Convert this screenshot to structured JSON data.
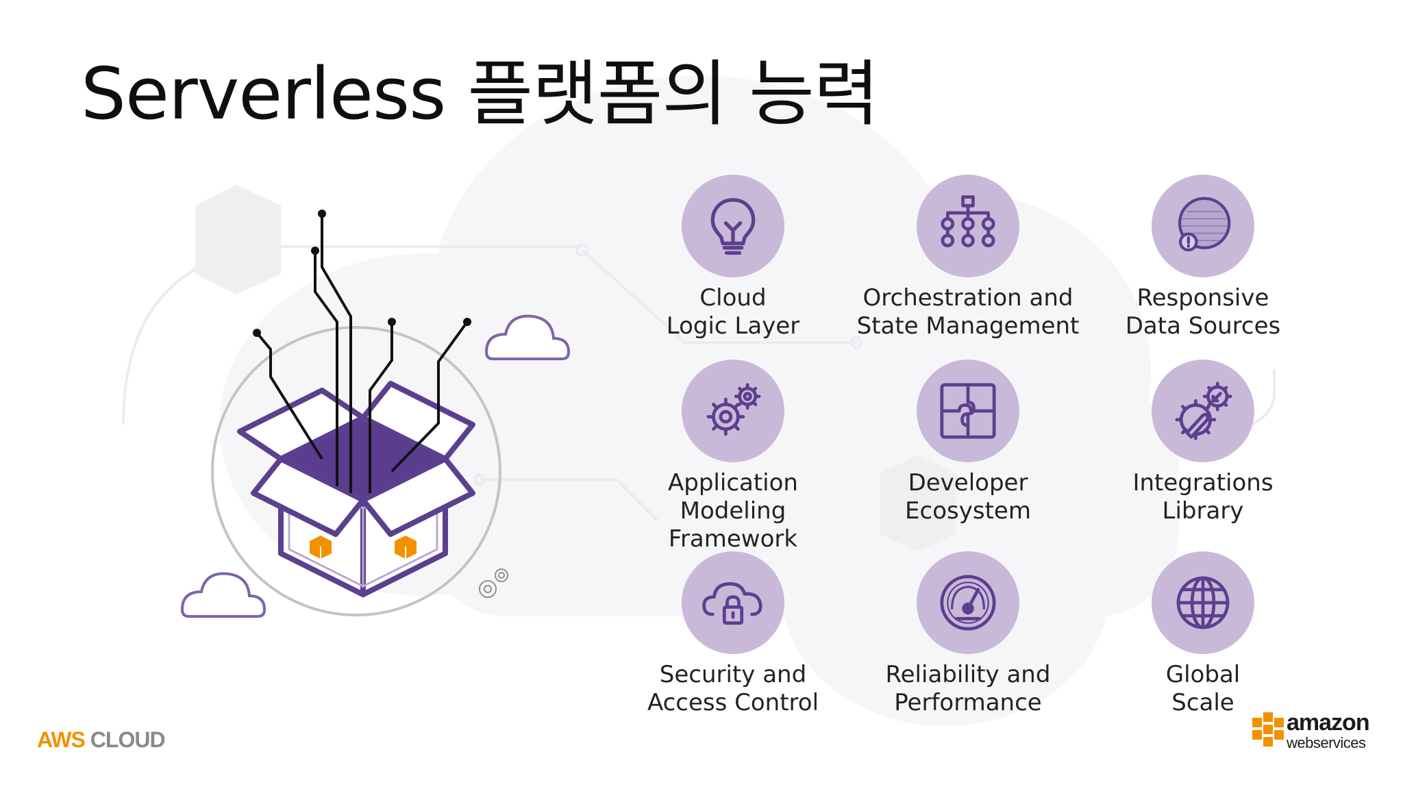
{
  "title": "Serverless 플랫폼의 능력",
  "features": [
    {
      "icon": "lightbulb-icon",
      "label": "Cloud\nLogic Layer"
    },
    {
      "icon": "org-chart-icon",
      "label": "Orchestration and\nState Management"
    },
    {
      "icon": "data-sphere-icon",
      "label": "Responsive\nData Sources"
    },
    {
      "icon": "gears-icon",
      "label": "Application\nModeling\nFramework"
    },
    {
      "icon": "puzzle-icon",
      "label": "Developer\nEcosystem"
    },
    {
      "icon": "gear-wrench-icon",
      "label": "Integrations\nLibrary"
    },
    {
      "icon": "cloud-lock-icon",
      "label": "Security and\nAccess Control"
    },
    {
      "icon": "gauge-icon",
      "label": "Reliability and\nPerformance"
    },
    {
      "icon": "globe-icon",
      "label": "Global\nScale"
    }
  ],
  "footer": {
    "brand_a": "AWS",
    "brand_b": "CLOUD"
  },
  "logo": {
    "word1": "amazon",
    "word2": "webservices"
  },
  "colors": {
    "accent": "#5c3f8f",
    "circle": "#c9b9d8",
    "orange": "#f29100"
  }
}
